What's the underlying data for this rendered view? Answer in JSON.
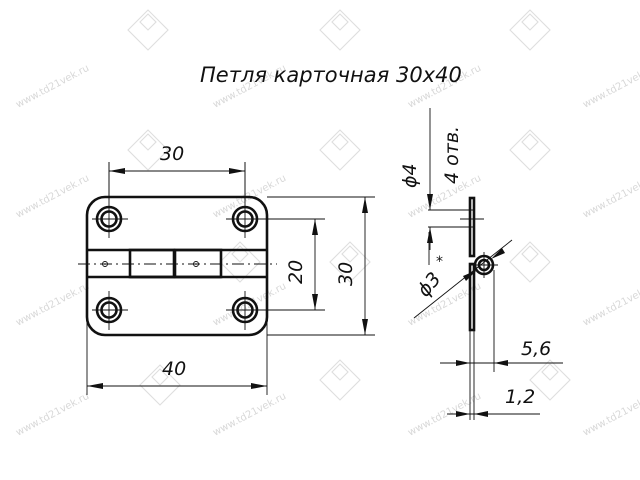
{
  "drawing": {
    "title": "Петля карточная 30x40",
    "dimensions": {
      "width_top": "30",
      "width_bottom": "40",
      "height_inner": "20",
      "height_outer": "30",
      "hole_diameter": "ϕ4",
      "hole_count": "4 отв.",
      "pin_diameter": "ϕ3",
      "pin_diameter_mark": "*",
      "knuckle_depth": "5,6",
      "thickness": "1,2"
    }
  },
  "watermark": {
    "text": "www.td21vek.ru",
    "color": "#d8d8d8"
  },
  "colors": {
    "line": "#111111",
    "background": "#ffffff"
  }
}
